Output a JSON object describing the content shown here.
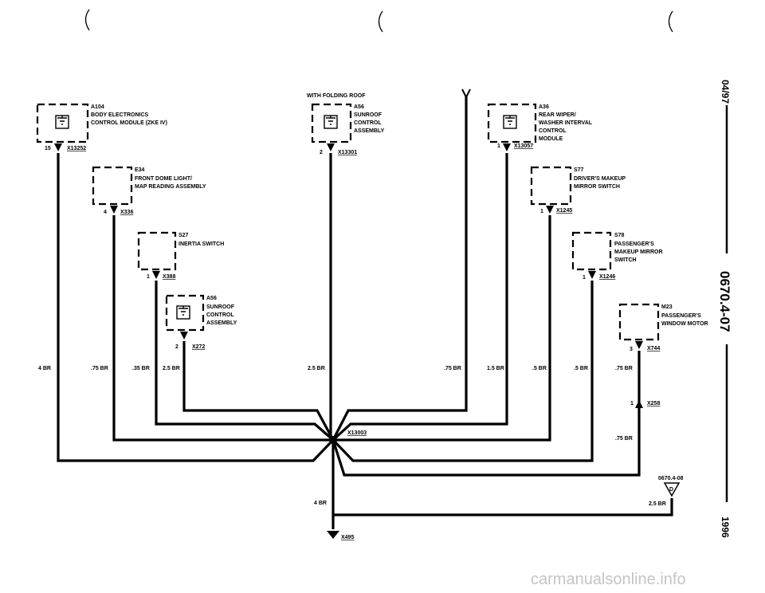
{
  "components": {
    "a104": {
      "id": "A104",
      "line1": "BODY ELECTRONICS",
      "line2": "CONTROL MODULE (ZKE IV)",
      "pin": "15",
      "connector": "X13252"
    },
    "e34": {
      "id": "E34",
      "line1": "FRONT DOME LIGHT/",
      "line2": "MAP READING ASSEMBLY",
      "pin": "4",
      "connector": "X336"
    },
    "s27": {
      "id": "S27",
      "line1": "INERTIA SWITCH",
      "pin": "1",
      "connector": "X388"
    },
    "a56_lower": {
      "id": "A56",
      "line1": "SUNROOF",
      "line2": "CONTROL",
      "line3": "ASSEMBLY",
      "pin": "2",
      "connector": "X272"
    },
    "a56_upper": {
      "heading": "WITH FOLDING ROOF",
      "id": "A56",
      "line1": "SUNROOF",
      "line2": "CONTROL",
      "line3": "ASSEMBLY",
      "pin": "2",
      "connector": "X13301"
    },
    "a36": {
      "id": "A36",
      "line1": "REAR WIPER/",
      "line2": "WASHER INTERVAL",
      "line3": "CONTROL",
      "line4": "MODULE",
      "pin": "1",
      "connector": "X13057"
    },
    "s77": {
      "id": "S77",
      "line1": "DRIVER'S MAKEUP",
      "line2": "MIRROR SWITCH",
      "pin": "1",
      "connector": "X1245"
    },
    "s78": {
      "id": "S78",
      "line1": "PASSENGER'S",
      "line2": "MAKEUP MIRROR",
      "line3": "SWITCH",
      "pin": "1",
      "connector": "X1246"
    },
    "m23": {
      "id": "M23",
      "line1": "PASSENGER'S",
      "line2": "WINDOW MOTOR",
      "pin": "3",
      "connector": "X744"
    }
  },
  "wires": {
    "w1": "4 BR",
    "w2": ".75 BR",
    "w3": ".35 BR",
    "w4": "2.5 BR",
    "w5": "2.5 BR",
    "w6": ".75 BR",
    "w7": "1.5 BR",
    "w8": ".5 BR",
    "w9": ".5 BR",
    "w10": ".75 BR",
    "w11": ".75 BR",
    "main": "4 BR",
    "right": "2.5 BR"
  },
  "connectors": {
    "x258_pin": "1",
    "x258": "X258",
    "splice": "X13003",
    "ground": "X495"
  },
  "ref": {
    "code": "0670.4-08",
    "arrow": "D"
  },
  "side": {
    "date": "04/97",
    "code": "0670.4-07",
    "year": "1996"
  },
  "watermark": "carmanualsonline.info",
  "colors": {
    "line": "#000000",
    "watermark": "#c4c4c4"
  }
}
